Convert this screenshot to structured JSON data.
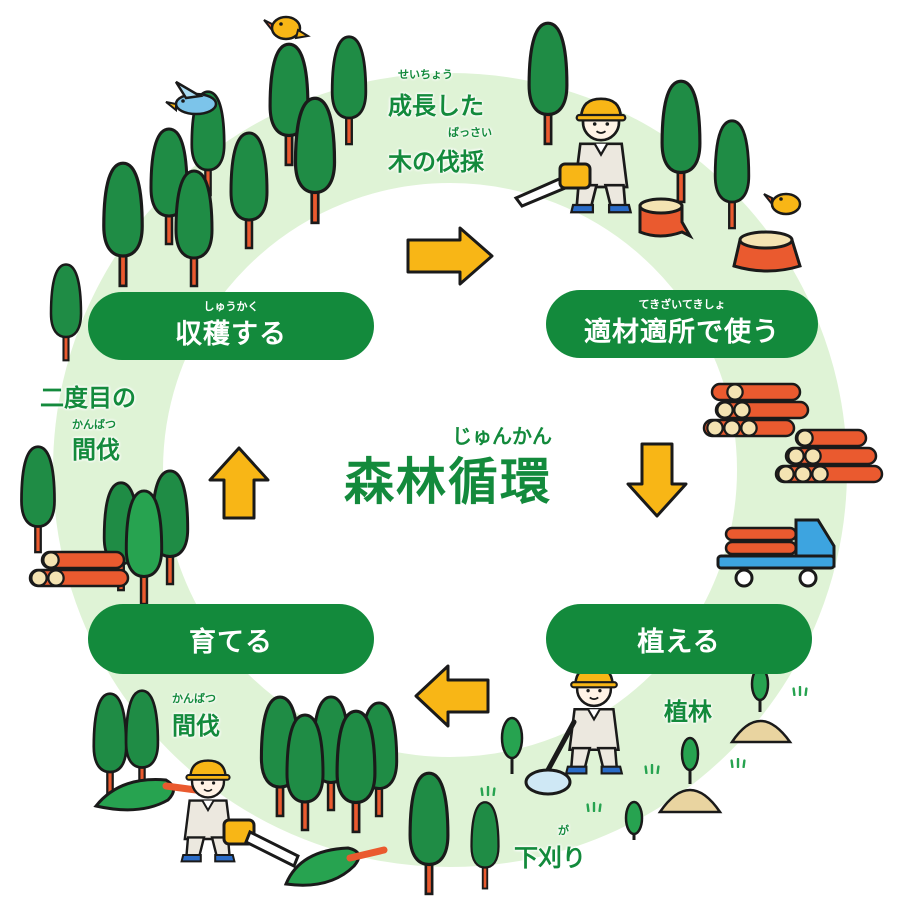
{
  "center": {
    "title": "森林循環",
    "ruby": "じゅんかん"
  },
  "stages": {
    "harvest": {
      "label": "収穫する",
      "ruby": "しゅうかく"
    },
    "use": {
      "label": "適材適所で使う",
      "ruby": "てきざいてきしょ"
    },
    "plant": {
      "label": "植える"
    },
    "grow": {
      "label": "育てる"
    }
  },
  "labels": {
    "logging": {
      "line1": "成長した",
      "ruby1": "せいちょう",
      "line2": "木の伐採",
      "ruby2": "ばっさい"
    },
    "second_thinning": {
      "line1": "二度目の",
      "line2": "間伐",
      "ruby2": "かんばつ"
    },
    "thinning": {
      "line": "間伐",
      "ruby": "かんばつ"
    },
    "afforestation": {
      "line": "植林"
    },
    "weeding": {
      "line": "下刈り",
      "ruby": "が"
    }
  },
  "colors": {
    "ring": "#dff3d6",
    "pill": "#138a3c",
    "tree_dark": "#1f8c45",
    "tree_mid": "#27a350",
    "trunk": "#ea5a2f",
    "arrow": "#f8b616",
    "outline": "#1a1a1a"
  },
  "icons": [
    "tree-icon",
    "bird-icon",
    "worker-icon",
    "chainsaw-icon",
    "stump-icon",
    "log-pile-icon",
    "truck-icon",
    "seedling-icon",
    "brush-cutter-icon",
    "grass-icon",
    "arrow-right-icon",
    "arrow-down-icon",
    "arrow-left-icon",
    "arrow-up-icon"
  ]
}
